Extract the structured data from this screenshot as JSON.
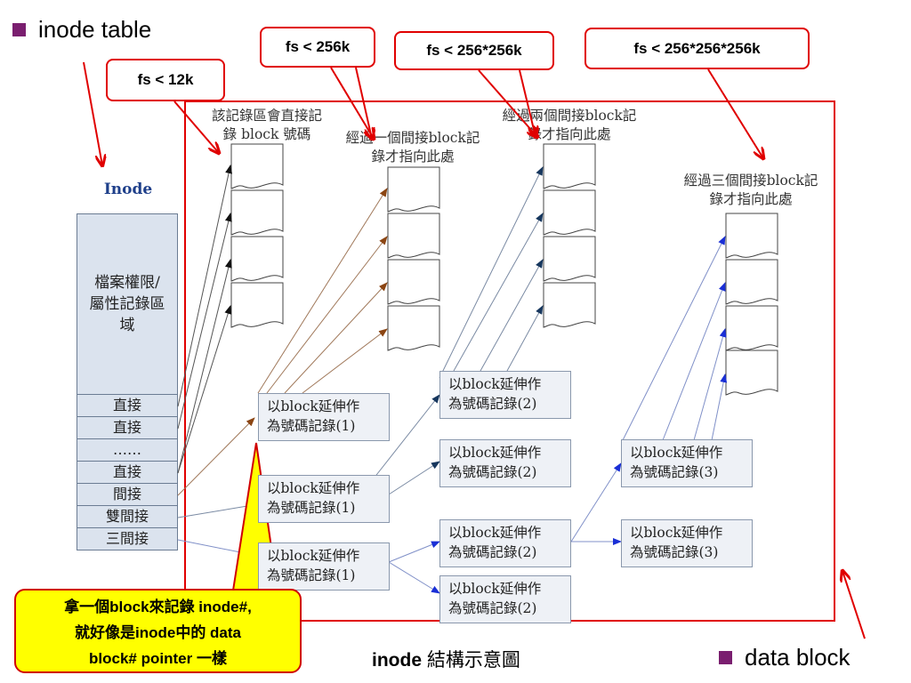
{
  "bullets": {
    "top": "inode table",
    "bottom": "data block"
  },
  "callouts": {
    "fs12k": "fs < 12k",
    "fs256k": "fs < 256k",
    "fs256x256k": "fs < 256*256k",
    "fs256x256x256k": "fs < 256*256*256k"
  },
  "inode": {
    "title": "Inode",
    "attr_lines": [
      "檔案權限/",
      "屬性記錄區",
      "域"
    ],
    "cells": [
      "直接",
      "直接",
      "……",
      "直接",
      "間接",
      "雙間接",
      "三間接"
    ]
  },
  "labels": {
    "direct": [
      "該記錄區會直接記",
      "錄 block 號碼"
    ],
    "single": [
      "經過一個間接block記",
      "錄才指向此處"
    ],
    "double": [
      "經過兩個間接block記",
      "錄才指向此處"
    ],
    "triple": [
      "經過三個間接block記",
      "錄才指向此處"
    ]
  },
  "records": {
    "r1": [
      "以block延伸作",
      "為號碼記錄(1)"
    ],
    "r2": [
      "以block延伸作",
      "為號碼記錄(2)"
    ],
    "r3": [
      "以block延伸作",
      "為號碼記錄(3)"
    ]
  },
  "yellow_note": [
    "拿一個block來記錄 inode#,",
    "就好像是inode中的 data",
    "block# pointer 一樣"
  ],
  "caption": {
    "bold": "inode",
    "rest": " 結構示意圖"
  },
  "colors": {
    "red": "#e00000",
    "bullet": "#7a1e6f",
    "arrow_black": "#111111",
    "arrow_brown": "#8b4513",
    "arrow_navy": "#17375e",
    "arrow_blue": "#1a2fd6"
  }
}
